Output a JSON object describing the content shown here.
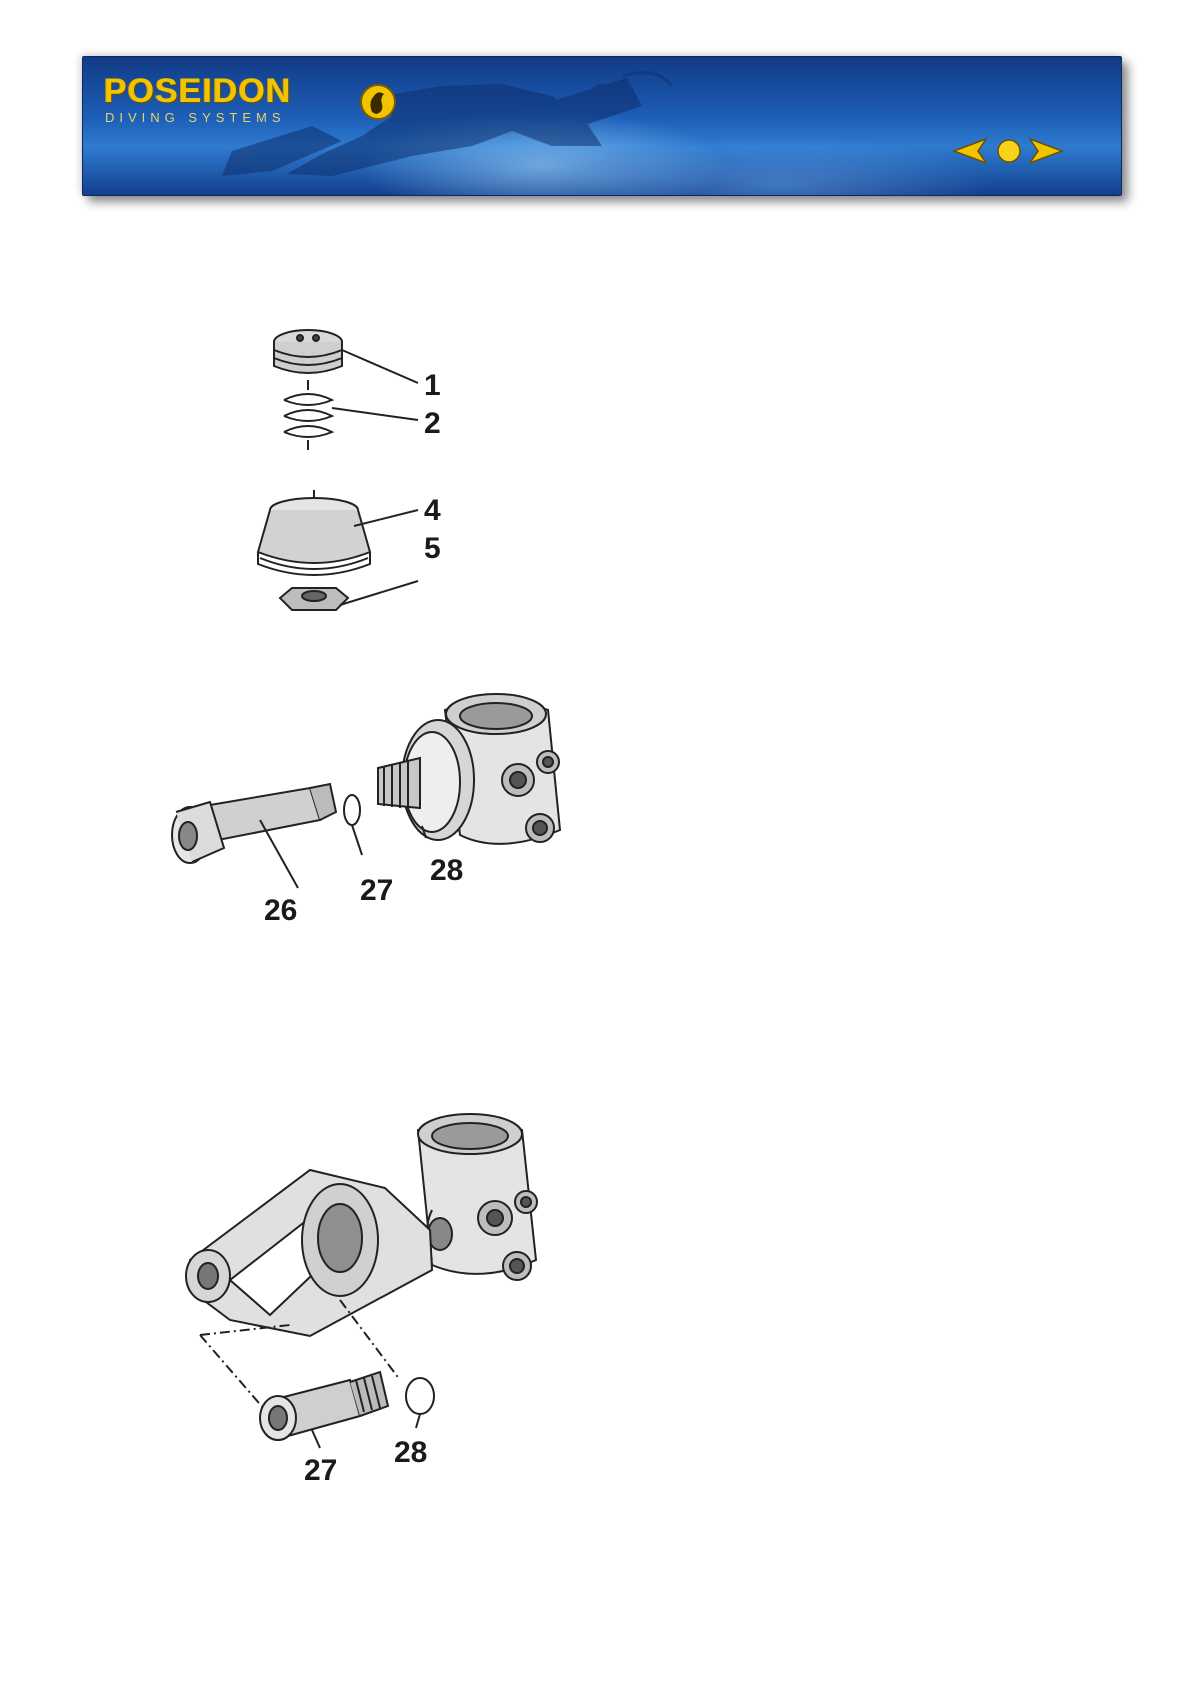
{
  "header": {
    "brand": "POSEIDON",
    "tagline": "DIVING SYSTEMS",
    "nav": {
      "prev": "previous-arrow-icon",
      "home": "home-dot-icon",
      "next": "next-arrow-icon"
    },
    "colors": {
      "banner": "#1d5fb8",
      "logo": "#f2c400"
    }
  },
  "figures": {
    "first_stage_cap": {
      "callouts": [
        "1",
        "2",
        "4",
        "5"
      ]
    },
    "yoke_spindle": {
      "callouts": [
        "26",
        "27",
        "28"
      ]
    },
    "yoke_assembly": {
      "callouts": [
        "27",
        "28"
      ]
    }
  }
}
